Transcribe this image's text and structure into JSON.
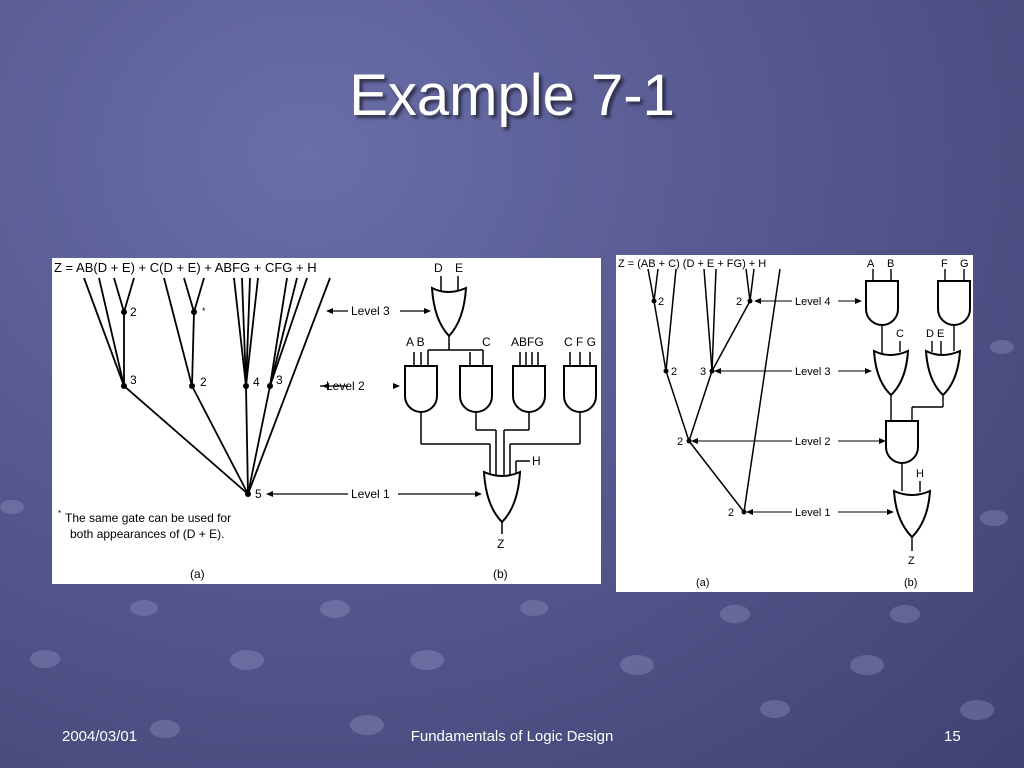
{
  "slide": {
    "title": "Example 7-1",
    "footer": {
      "date": "2004/03/01",
      "center": "Fundamentals of Logic Design",
      "page": "15"
    }
  },
  "figure_left": {
    "equation": "Z = AB(D + E) + C(D + E) + ABFG + CFG + H",
    "levels": [
      "Level 3",
      "Level 2",
      "Level 1"
    ],
    "node_counts": [
      "2",
      "*",
      "3",
      "2",
      "4",
      "3",
      "5"
    ],
    "note_line1": "The same gate can be used for",
    "note_line2": "both appearances of (D + E).",
    "note_mark": "*",
    "inputs_top": [
      "D",
      "E"
    ],
    "inputs_mid": [
      "A B",
      "C",
      "ABFG",
      "C F G"
    ],
    "input_h": "H",
    "output": "Z",
    "caption_a": "(a)",
    "caption_b": "(b)"
  },
  "figure_right": {
    "equation": "Z = (AB + C) (D + E + FG) + H",
    "levels": [
      "Level 4",
      "Level 3",
      "Level 2",
      "Level 1"
    ],
    "node_counts": [
      "2",
      "2",
      "2",
      "3",
      "2",
      "2"
    ],
    "inputs": [
      "A",
      "B",
      "F",
      "G",
      "C",
      "D",
      "E",
      "H"
    ],
    "output": "Z",
    "caption_a": "(a)",
    "caption_b": "(b)"
  }
}
